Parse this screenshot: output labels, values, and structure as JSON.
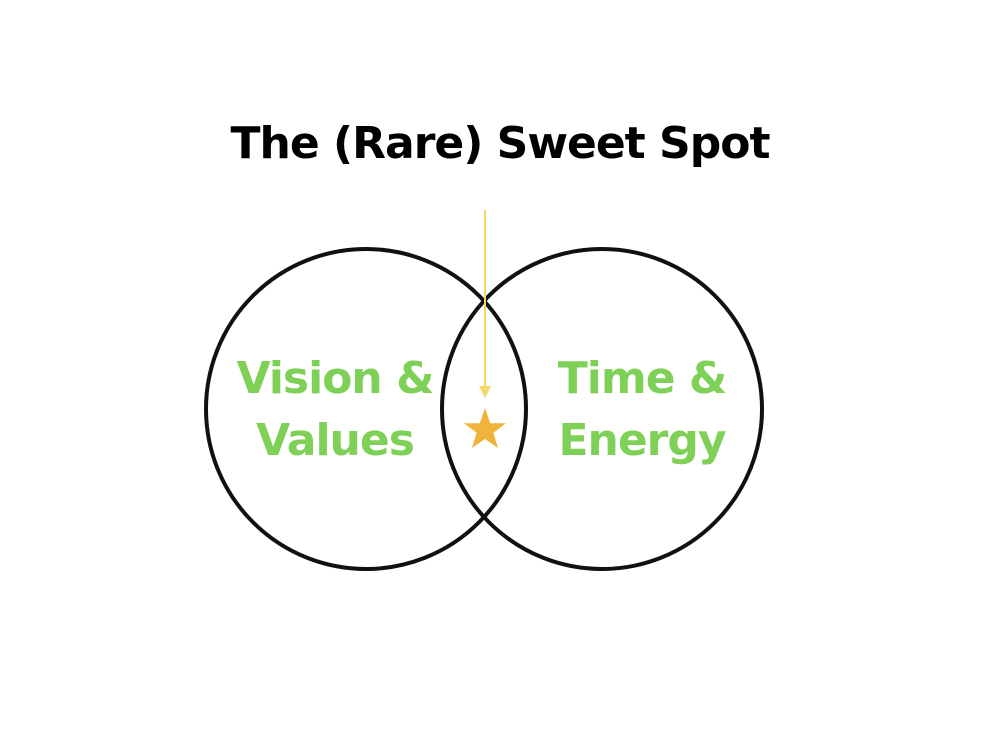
{
  "title": "The (Rare) Sweet Spot",
  "left_circle": {
    "lines": [
      "Vision &",
      "Values"
    ]
  },
  "right_circle": {
    "lines": [
      "Time &",
      "Energy"
    ]
  },
  "marker_icon": "star-icon",
  "colors": {
    "label": "#7ed057",
    "arrow": "#f3d868",
    "star": "#f0b43c",
    "outline": "#111111"
  }
}
